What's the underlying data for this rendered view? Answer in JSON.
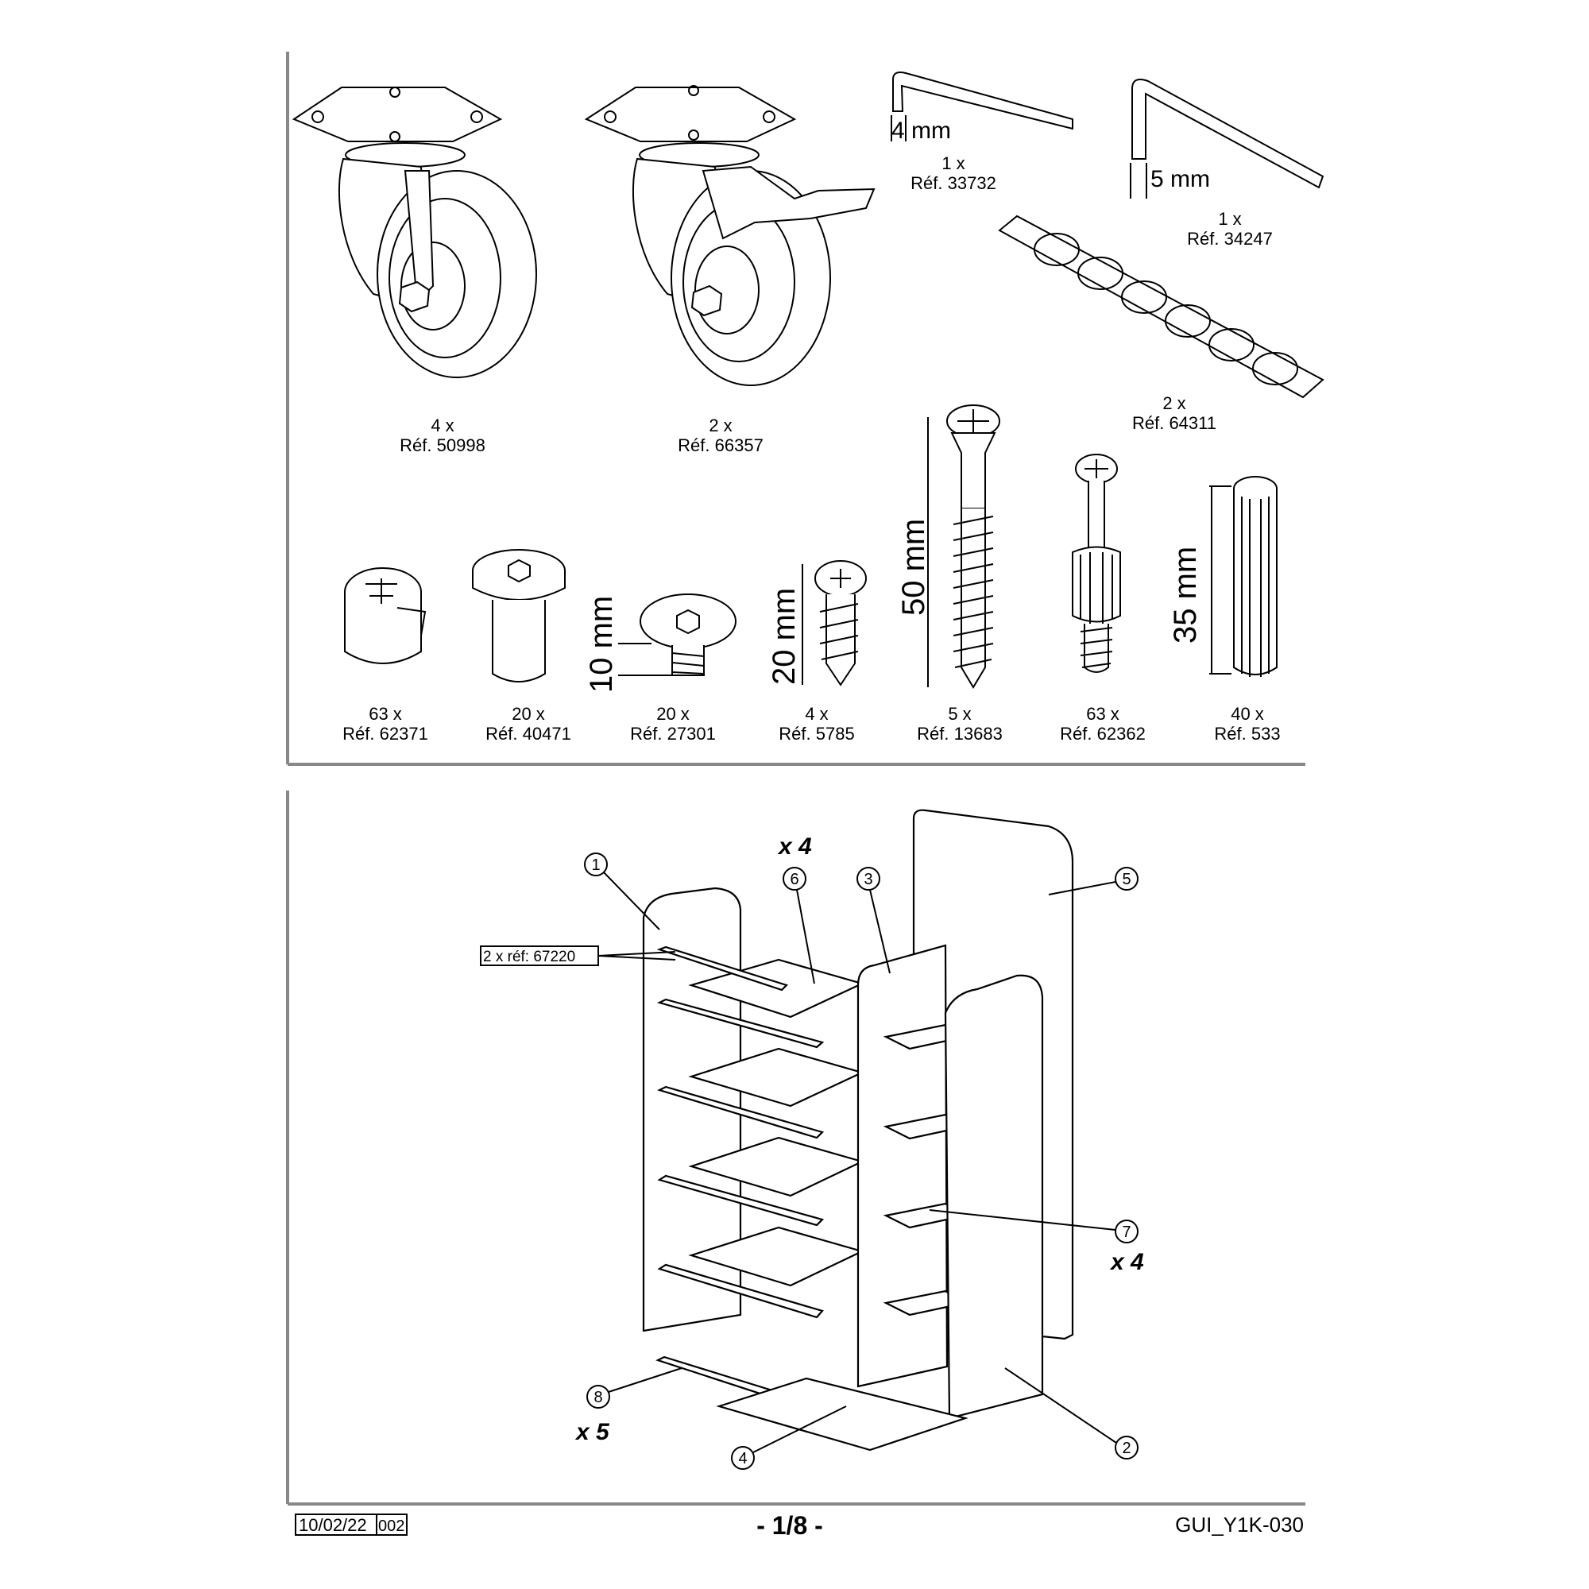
{
  "parts": [
    {
      "id": "caster-swivel",
      "qty": "4 x",
      "ref": "Réf. 50998"
    },
    {
      "id": "caster-brake",
      "qty": "2 x",
      "ref": "Réf. 66357"
    },
    {
      "id": "allen-key-4",
      "qty": "1 x",
      "ref": "Réf. 33732",
      "dimension": "4 mm"
    },
    {
      "id": "allen-key-5",
      "qty": "1 x",
      "ref": "Réf. 34247",
      "dimension": "5 mm"
    },
    {
      "id": "felt-pads",
      "qty": "2 x",
      "ref": "Réf. 64311"
    },
    {
      "id": "cam-lock",
      "qty": "63 x",
      "ref": "Réf. 62371"
    },
    {
      "id": "barrel-nut",
      "qty": "20 x",
      "ref": "Réf. 40471"
    },
    {
      "id": "hex-bolt",
      "qty": "20 x",
      "ref": "Réf. 27301",
      "dimension": "10 mm"
    },
    {
      "id": "screw-20",
      "qty": "4 x",
      "ref": "Réf. 5785",
      "dimension": "20 mm"
    },
    {
      "id": "screw-50",
      "qty": "5 x",
      "ref": "Réf. 13683",
      "dimension": "50 mm"
    },
    {
      "id": "cam-bolt",
      "qty": "63 x",
      "ref": "Réf. 62362"
    },
    {
      "id": "dowel",
      "qty": "40 x",
      "ref": "Réf. 533",
      "dimension": "35 mm"
    }
  ],
  "assembly": {
    "ref_label": "2 x réf: 67220",
    "callouts": [
      "1",
      "2",
      "3",
      "4",
      "5",
      "6",
      "7",
      "8"
    ],
    "multipliers": {
      "six": "x 4",
      "seven": "x 4",
      "eight": "x 5"
    }
  },
  "footer": {
    "date": "10/02/22",
    "revision": "002",
    "page": "- 1/8 -",
    "doc_code": "GUI_Y1K-030"
  }
}
